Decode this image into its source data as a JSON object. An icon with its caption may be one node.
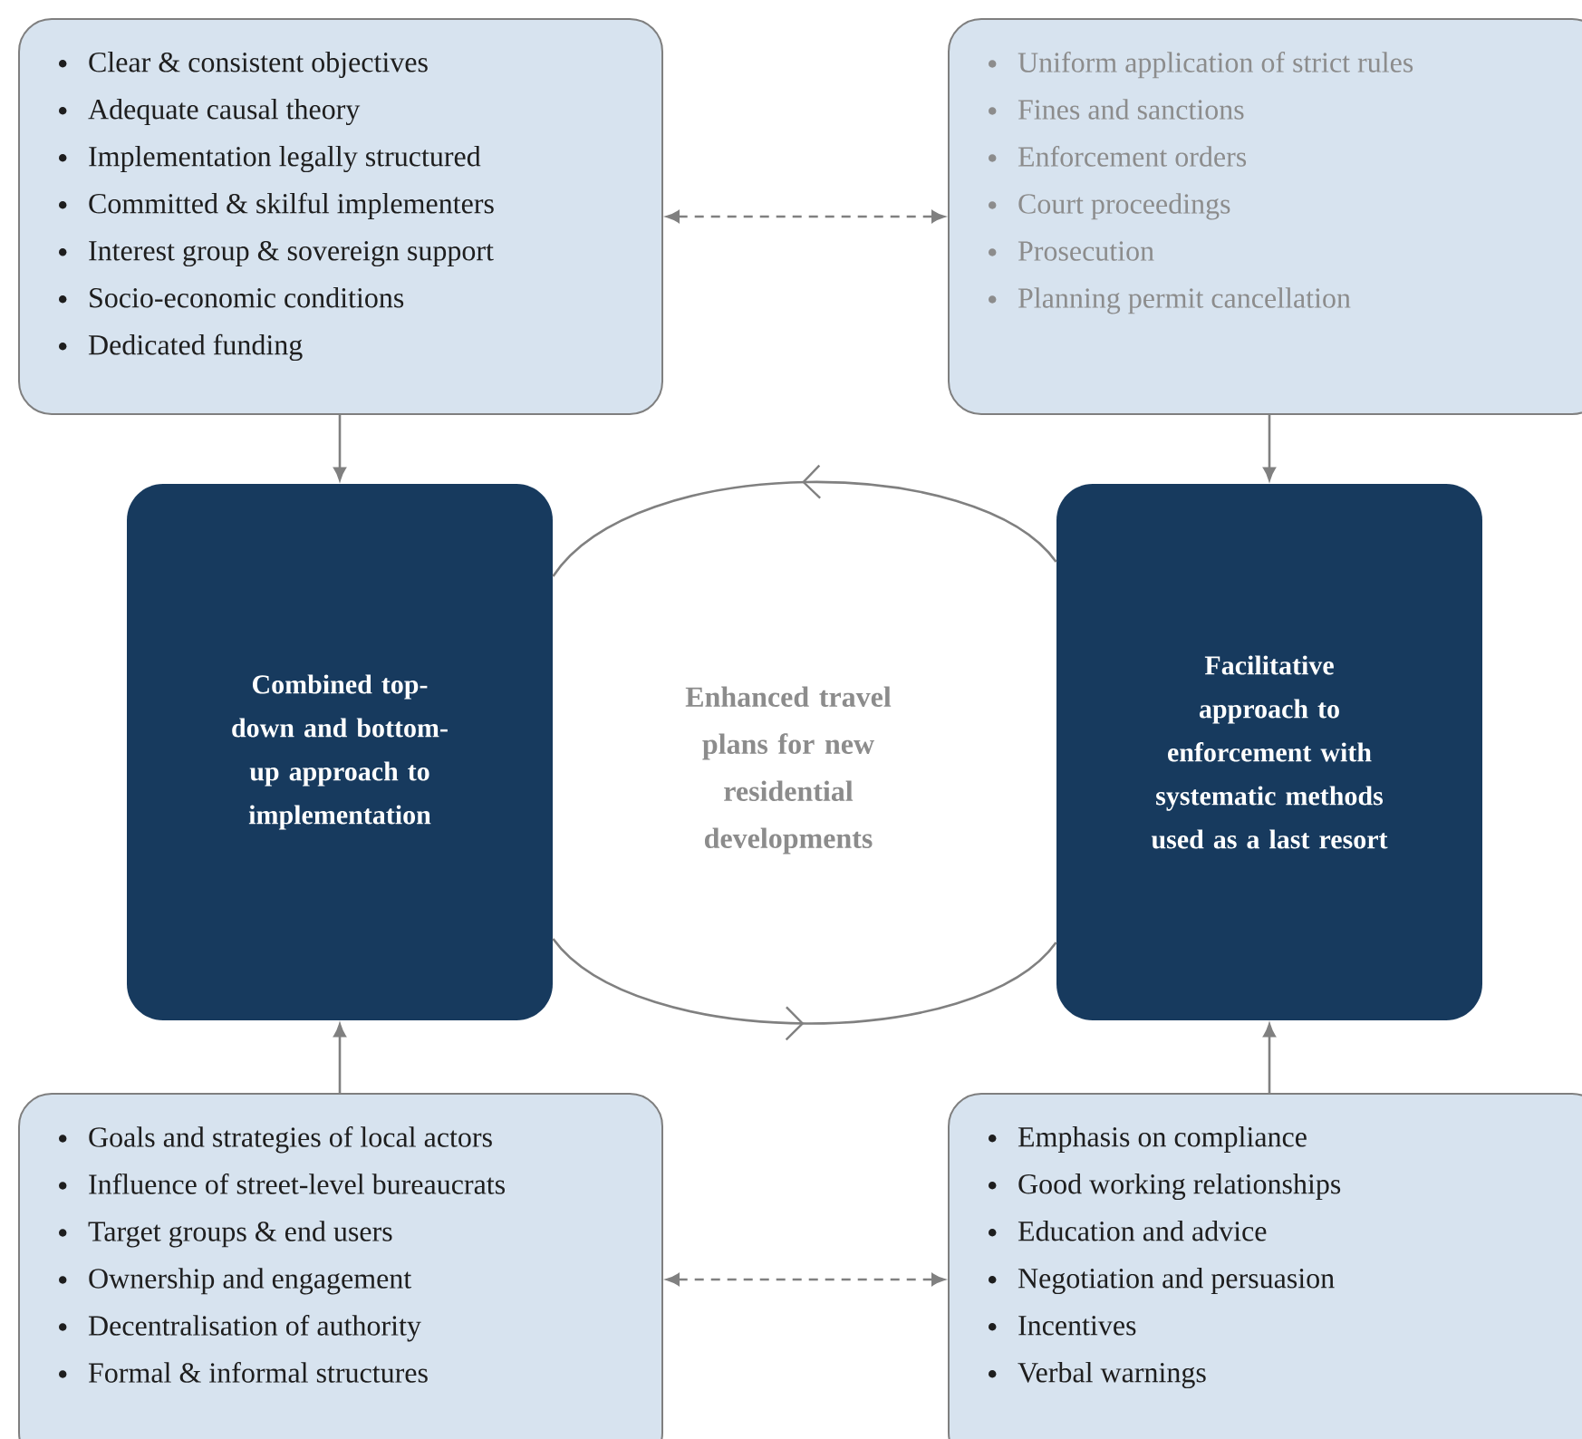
{
  "diagram": {
    "nodes": [
      {
        "text": [
          "Clear & consistent objectives",
          "Adequate causal theory",
          "Implementation legally structured",
          "Committed & skilful implementers",
          "Interest group & sovereign support",
          "Socio-economic conditions",
          "Dedicated funding"
        ]
      },
      {
        "text": [
          "Uniform application of strict rules",
          "Fines and sanctions",
          "Enforcement orders",
          "Court proceedings",
          "Prosecution",
          "Planning permit cancellation"
        ]
      },
      {
        "text": [
          "Combined top-down and bottom-up approach to implementation"
        ]
      },
      {
        "text": [
          "Facilitative approach to enforcement with systematic methods used as a last resort"
        ]
      },
      {
        "text": [
          "Goals and strategies of local actors",
          "Influence of street-level bureaucrats",
          "Target groups & end users",
          "Ownership and engagement",
          "Decentralisation of authority",
          "Formal & informal structures"
        ]
      },
      {
        "text": [
          "Emphasis on compliance",
          "Good working relationships",
          "Education and advice",
          "Negotiation and persuasion",
          "Incentives",
          "Verbal warnings"
        ]
      }
    ],
    "edges": [
      {
        "from": 0,
        "to": 2,
        "arrow": "to"
      },
      {
        "from": 1,
        "to": 3,
        "arrow": "to"
      },
      {
        "from": 4,
        "to": 2,
        "arrow": "to"
      },
      {
        "from": 5,
        "to": 3,
        "arrow": "to"
      },
      {
        "from": 0,
        "to": 1,
        "arrow": "both",
        "style": "dashed"
      },
      {
        "from": 4,
        "to": 5,
        "arrow": "both",
        "style": "dashed"
      },
      {
        "from": 3,
        "to": 2,
        "arrow": "to"
      },
      {
        "from": 2,
        "to": 3,
        "arrow": "to"
      }
    ],
    "labels": [
      "Enhanced travel plans for new residential developments"
    ]
  }
}
